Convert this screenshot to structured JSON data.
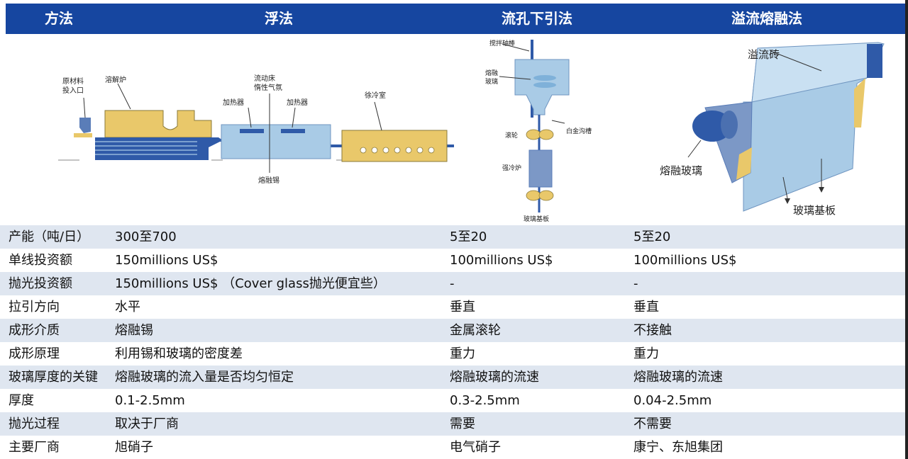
{
  "header": {
    "col1": "方法",
    "col2": "浮法",
    "col3": "流孔下引法",
    "col4": "溢流熔融法"
  },
  "diagrams": {
    "float": {
      "raw_inlet": [
        "原材料",
        "投入口"
      ],
      "melting_furnace": "溶解炉",
      "heater_left": "加热器",
      "heater_right": "加热器",
      "flow_bed": [
        "流动床",
        "惰性气氛"
      ],
      "annealing": "徐冷室",
      "molten_tin": "熔融锡"
    },
    "downdraw": {
      "stir_rod": "搅拌轴棒",
      "molten_glass": [
        "熔融",
        "玻璃"
      ],
      "platinum_slot": "白金沟槽",
      "roller": "滚轮",
      "cooling": "强冷炉",
      "substrate": "玻璃基板"
    },
    "fusion": {
      "overflow_brick": "溢流砖",
      "molten_glass": "熔融玻璃",
      "substrate": "玻璃基板"
    }
  },
  "rows": [
    {
      "label": "产能（吨/日）",
      "float": "300至700",
      "downdraw": "5至20",
      "fusion": "5至20"
    },
    {
      "label": "单线投资额",
      "float": "150millions US$",
      "downdraw": "100millions US$",
      "fusion": "100millions US$"
    },
    {
      "label": "抛光投资额",
      "float": "150millions US$ （Cover glass抛光便宜些）",
      "downdraw": "-",
      "fusion": "-"
    },
    {
      "label": "拉引方向",
      "float": "水平",
      "downdraw": "垂直",
      "fusion": "垂直"
    },
    {
      "label": "成形介质",
      "float": "熔融锡",
      "downdraw": "金属滚轮",
      "fusion": "不接触"
    },
    {
      "label": "成形原理",
      "float": "利用锡和玻璃的密度差",
      "downdraw": "重力",
      "fusion": "重力"
    },
    {
      "label": "玻璃厚度的关键",
      "float": "熔融玻璃的流入量是否均匀恒定",
      "downdraw": "熔融玻璃的流速",
      "fusion": "熔融玻璃的流速"
    },
    {
      "label": "厚度",
      "float": "0.1-2.5mm",
      "downdraw": "0.3-2.5mm",
      "fusion": "0.04-2.5mm"
    },
    {
      "label": "抛光过程",
      "float": "取决于厂商",
      "downdraw": "需要",
      "fusion": "不需要"
    },
    {
      "label": "主要厂商",
      "float": "旭硝子",
      "downdraw": "电气硝子",
      "fusion": "康宁、东旭集团"
    }
  ],
  "colors": {
    "header": "#1646a0",
    "row_alt": "#dfe6f0",
    "glass_blue": "#a9cbe6",
    "furnace_yellow": "#e9c86a",
    "metal_blue": "#5a7db8"
  }
}
